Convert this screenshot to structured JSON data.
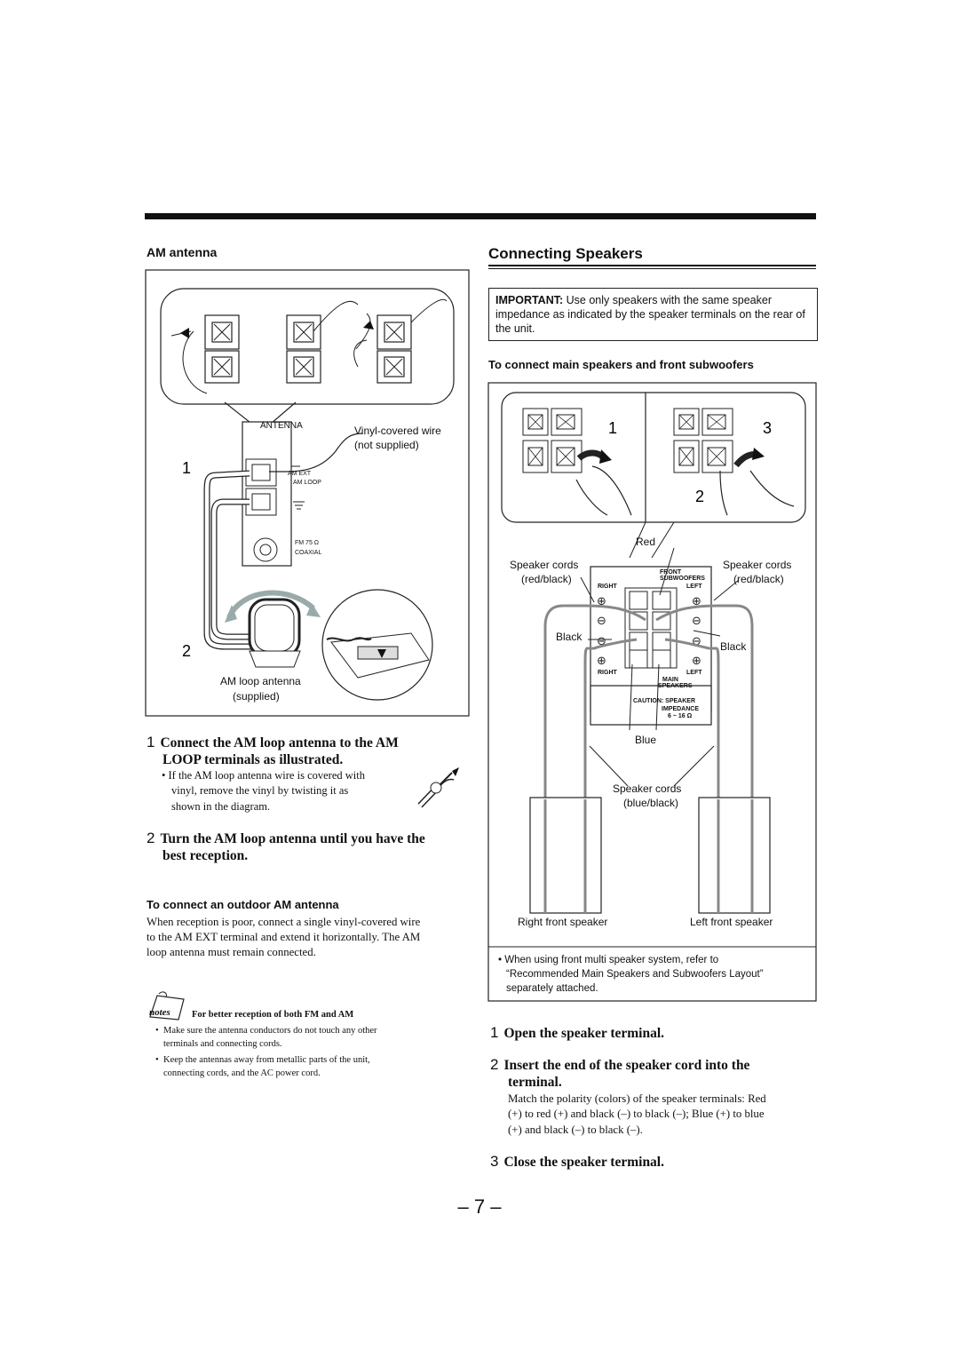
{
  "am_section": {
    "heading": "AM antenna",
    "fig": {
      "antenna": "ANTENNA",
      "vinyl_wire": "Vinyl-covered wire",
      "not_supplied": "(not supplied)",
      "am_ext": "AM EXT",
      "am_loop": "AM LOOP",
      "fm": "FM 75 Ω",
      "coaxial": "COAXIAL",
      "loop_antenna": "AM loop antenna",
      "supplied": "(supplied)",
      "n1": "1",
      "n2": "2"
    },
    "step1_num": "1",
    "step1_line1": "Connect the AM loop antenna to the AM",
    "step1_line2": "LOOP terminals as illustrated.",
    "bullet1": "• If the AM loop antenna wire is covered with",
    "bullet1b": "vinyl, remove the vinyl by twisting it as",
    "bullet1c": "shown in the diagram.",
    "step2_num": "2",
    "step2_line1": "Turn the AM loop antenna until you have the",
    "step2_line2": "best reception.",
    "outdoor_heading": "To connect an outdoor AM antenna",
    "outdoor_l1": "When reception is poor, connect a single vinyl-covered wire",
    "outdoor_l2": "to the AM EXT terminal and extend it horizontally. The AM",
    "outdoor_l3": "loop antenna must remain connected.",
    "notes_label": "notes",
    "notes_title": "For better reception of both FM and AM",
    "note1a": "Make sure the antenna conductors do not touch any other",
    "note1b": "terminals and connecting cords.",
    "note2a": "Keep the antennas away from metallic parts of the unit,",
    "note2b": "connecting cords, and the AC power cord."
  },
  "speakers_section": {
    "title": "Connecting Speakers",
    "important_label": "IMPORTANT:",
    "important_text": " Use only speakers with the same speaker impedance as indicated by the speaker terminals on the rear of the unit.",
    "main_heading": "To connect main speakers and front subwoofers",
    "fig": {
      "n1": "1",
      "n2": "2",
      "n3": "3",
      "red": "Red",
      "cords_left": "Speaker cords",
      "cords_left2": "(red/black)",
      "cords_right": "Speaker cords",
      "cords_right2": "(red/black)",
      "front": "FRONT",
      "subwoofers": "SUBWOOFERS",
      "right": "RIGHT",
      "left": "LEFT",
      "right2": "RIGHT",
      "left2": "LEFT",
      "main": "MAIN",
      "speakers": "SPEAKERS",
      "caution": "CAUTION: SPEAKER",
      "impedance": "IMPEDANCE",
      "ohms": "6 ~ 16 Ω",
      "black_l": "Black",
      "black_r": "Black",
      "blue": "Blue",
      "cords_blue": "Speaker cords",
      "cords_blue2": "(blue/black)",
      "right_front": "Right front speaker",
      "left_front": "Left front speaker"
    },
    "fig_note1": "• When using front multi speaker system, refer to",
    "fig_note2": "“Recommended Main Speakers and Subwoofers Layout”",
    "fig_note3": "separately attached.",
    "step1_num": "1",
    "step1": "Open the speaker terminal.",
    "step2_num": "2",
    "step2_line1": "Insert the end of the speaker cord into the",
    "step2_line2": "terminal.",
    "step2_b1": "Match the polarity (colors) of the speaker terminals: Red",
    "step2_b2": "(+) to red (+) and black (–) to black (–); Blue (+) to blue",
    "step2_b3": "(+) and black (–) to black (–).",
    "step3_num": "3",
    "step3": "Close the speaker terminal."
  },
  "page_number": "– 7 –"
}
